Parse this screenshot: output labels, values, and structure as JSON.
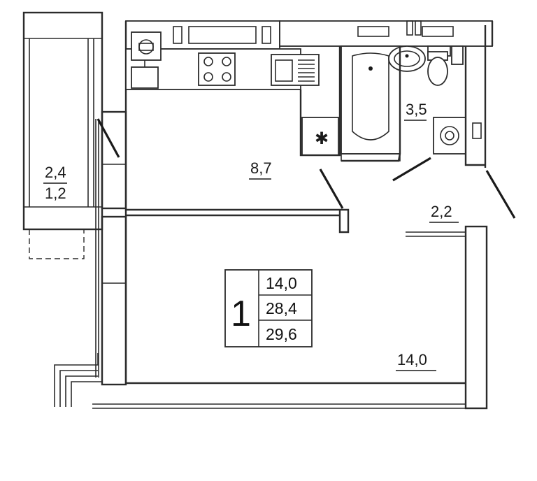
{
  "rooms": {
    "kitchen_area": "8,7",
    "bathroom_area": "3,5",
    "hall_area": "2,2",
    "living_area": "14,0",
    "balcony_area_full": "2,4",
    "balcony_area_reduced": "1,2"
  },
  "summary": {
    "rooms_count": "1",
    "living_area": "14,0",
    "total_area": "28,4",
    "total_area_with_balcony": "29,6"
  },
  "icons": [
    "stove-icon",
    "sink-icon",
    "bathtub-icon",
    "toilet-icon",
    "washing-machine-icon",
    "ventilation-icon"
  ]
}
